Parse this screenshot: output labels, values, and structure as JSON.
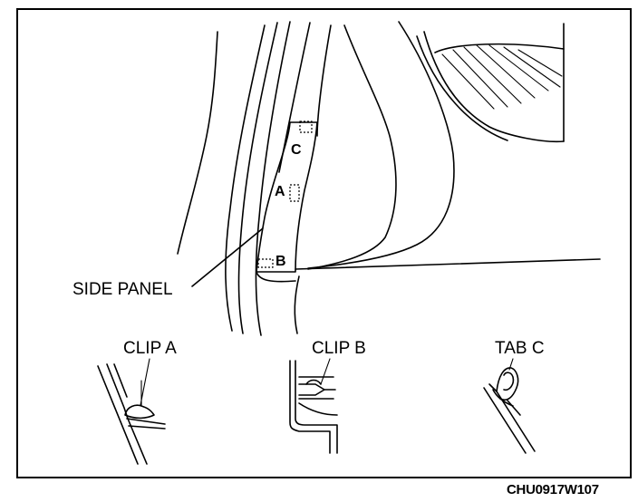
{
  "labels": {
    "side_panel": "SIDE PANEL",
    "callout_a": "A",
    "callout_b": "B",
    "callout_c": "C",
    "clip_a": "CLIP A",
    "clip_b": "CLIP B",
    "tab_c": "TAB C"
  },
  "figure_code": "CHU0917W107"
}
